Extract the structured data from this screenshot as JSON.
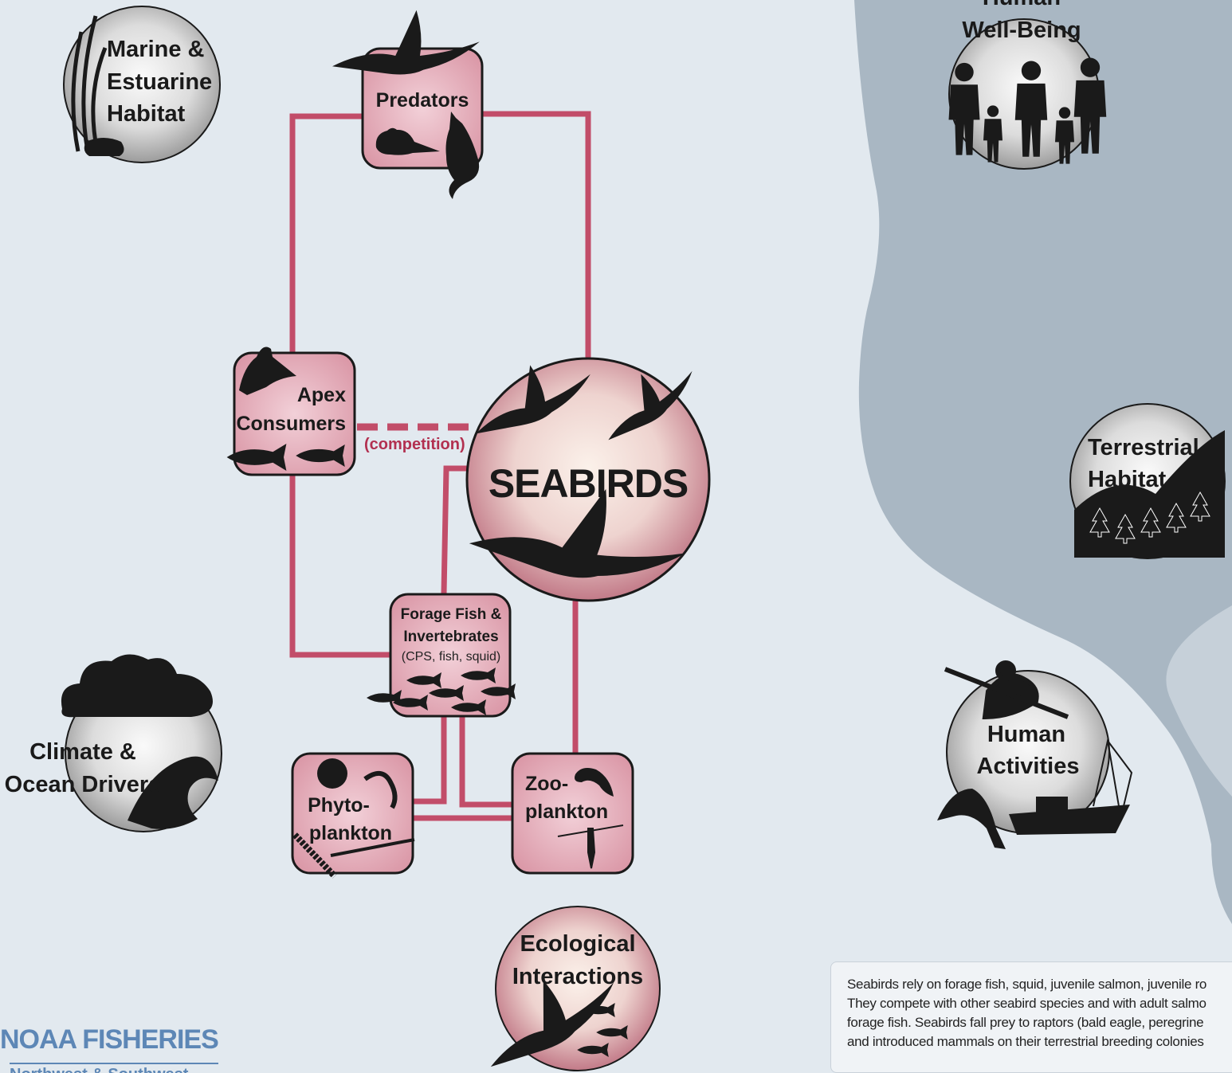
{
  "colors": {
    "background": "#e2e9ef",
    "land": "#a9b7c3",
    "connector": "#c24d69",
    "box_fill": "#e6b5c0",
    "silhouette": "#1a1a1a",
    "brand_blue": "#5d87b6"
  },
  "nodes": {
    "seabirds": "SEABIRDS",
    "predators": "Predators",
    "apex": [
      "Apex",
      "Consumers"
    ],
    "forage": [
      "Forage Fish &",
      "Invertebrates",
      "(CPS, fish, squid)"
    ],
    "phyto": [
      "Phyto-",
      "plankton"
    ],
    "zoo": [
      "Zoo-",
      "plankton"
    ],
    "competition": "(competition)"
  },
  "components": {
    "marine": [
      "Marine &",
      "Estuarine",
      "Habitat"
    ],
    "wellbeing": [
      "Human",
      "Well-Being"
    ],
    "terrestrial": [
      "Terrestrial",
      "Habitat"
    ],
    "climate": [
      "Climate &",
      "Ocean Drivers"
    ],
    "human_activities": [
      "Human",
      "Activities"
    ],
    "ecological": [
      "Ecological",
      "Interactions"
    ]
  },
  "caption": {
    "lines": [
      "Seabirds rely on forage fish, squid, juvenile salmon, juvenile ro",
      "They compete with other seabird species and with adult salmo",
      "forage fish. Seabirds fall prey to raptors (bald eagle, peregrine",
      "and introduced mammals on their terrestrial breeding colonies"
    ]
  },
  "logo": {
    "brand": "NOAA FISHERIES",
    "region": "Northwest & Southwest"
  },
  "icons": [
    "bird-icon",
    "rat-icon",
    "coyote-icon",
    "sea-lion-icon",
    "fish-icon",
    "krill-icon",
    "copepod-icon",
    "diatom-icon",
    "cloud-icon",
    "wave-icon",
    "kayaker-icon",
    "diver-icon",
    "boat-icon",
    "tree-icon",
    "family-icon",
    "crab-icon",
    "kelp-icon"
  ]
}
